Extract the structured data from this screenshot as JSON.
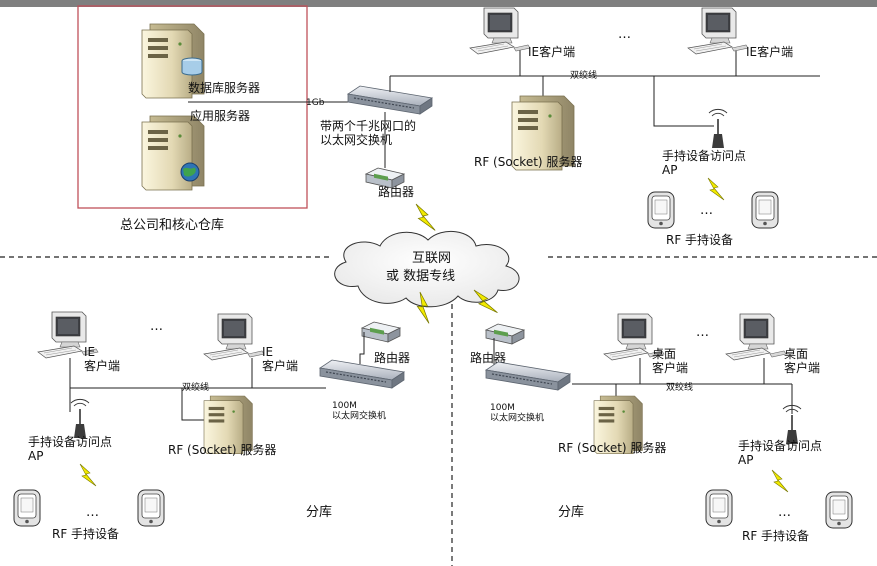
{
  "hq": {
    "db_server": "数据库服务器",
    "app_server": "应用服务器",
    "caption": "总公司和核心仓库",
    "link_speed": "1Gb",
    "switch": "带两个千兆网口的\n以太网交换机",
    "router": "路由器",
    "rf_server": "RF (Socket) 服务器",
    "twisted_pair": "双绞线",
    "ie_client_1": "IE客户端",
    "ie_client_2": "IE客户端",
    "ellipsis": "…",
    "ap": "手持设备访问点\nAP",
    "handhelds": "RF 手持设备"
  },
  "cloud": {
    "line1": "互联网",
    "line2": "或 数据专线"
  },
  "branch_left": {
    "ie_client_1": "IE\n客户端",
    "ie_client_2": "IE\n客户端",
    "twisted_pair": "双绞线",
    "router": "路由器",
    "switch": "100M\n以太网交换机",
    "rf_server": "RF (Socket) 服务器",
    "ap": "手持设备访问点\nAP",
    "handhelds": "RF 手持设备",
    "caption": "分库",
    "ellipsis": "…"
  },
  "branch_right": {
    "router": "路由器",
    "switch": "100M\n以太网交换机",
    "rf_server": "RF (Socket) 服务器",
    "twisted_pair": "双绞线",
    "desktop_client_1": "桌面\n客户端",
    "desktop_client_2": "桌面\n客户端",
    "ap": "手持设备访问点\nAP",
    "handhelds": "RF 手持设备",
    "caption": "分库",
    "ellipsis": "…"
  },
  "colors": {
    "hq_border": "#c0505a",
    "server": "#d8cfae",
    "switch": "#c7cdd7",
    "bolt": "#f2ea00",
    "top_bar": "#7f7f7f"
  }
}
